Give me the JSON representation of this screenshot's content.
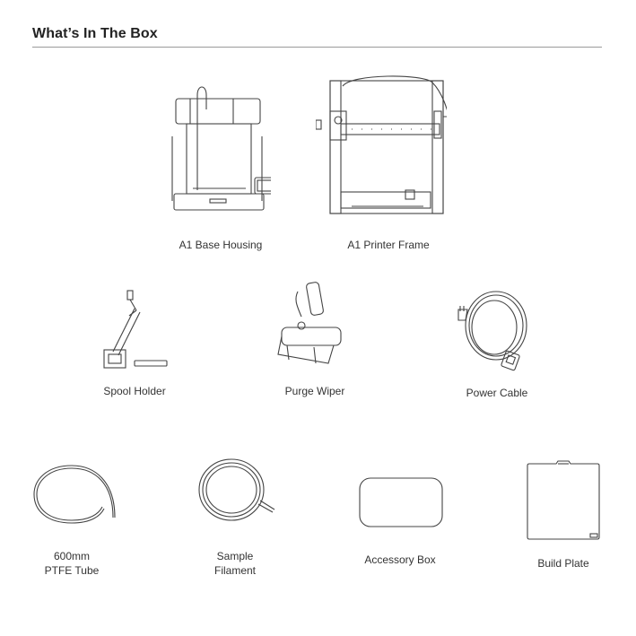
{
  "section": {
    "title": "What’s In The Box"
  },
  "items": [
    {
      "label": "A1 Base Housing",
      "icon": "base-housing-icon"
    },
    {
      "label": "A1 Printer Frame",
      "icon": "printer-frame-icon"
    },
    {
      "label": "Spool Holder",
      "icon": "spool-holder-icon"
    },
    {
      "label": "Purge Wiper",
      "icon": "purge-wiper-icon"
    },
    {
      "label": "Power Cable",
      "icon": "power-cable-icon"
    },
    {
      "label": "600mm\nPTFE Tube",
      "icon": "ptfe-tube-icon"
    },
    {
      "label": "Sample\nFilament",
      "icon": "sample-filament-icon"
    },
    {
      "label": "Accessory Box",
      "icon": "accessory-box-icon"
    },
    {
      "label": "Build Plate",
      "icon": "build-plate-icon"
    }
  ]
}
